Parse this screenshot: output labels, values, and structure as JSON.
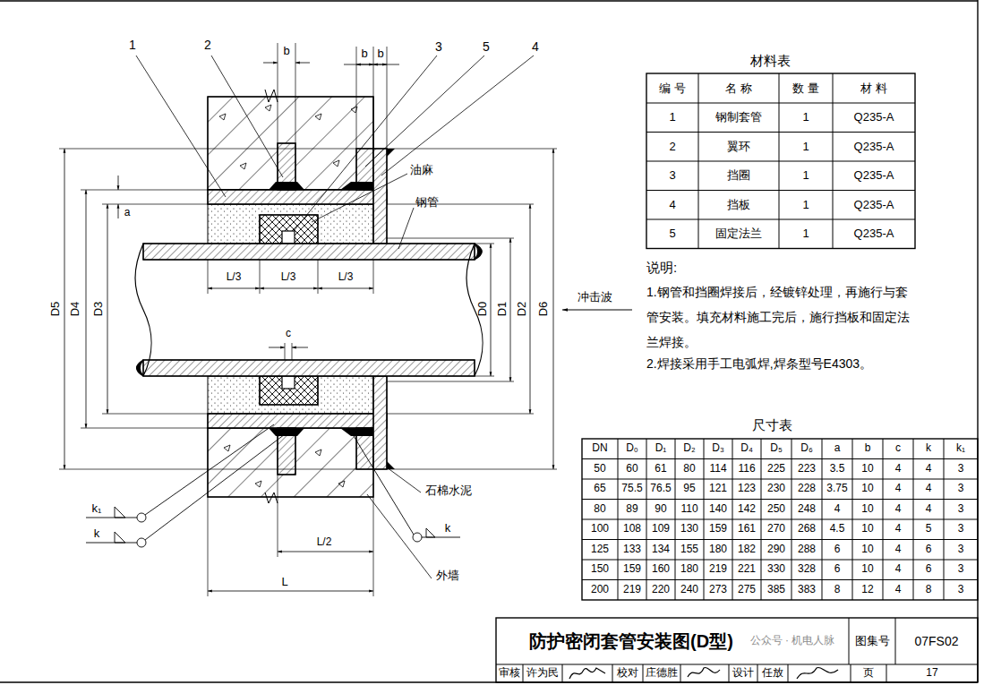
{
  "diagram": {
    "title": "防护密闭套管安装图(D型)",
    "labels": [
      "1",
      "2",
      "b",
      "b",
      "b",
      "3",
      "5",
      "4",
      "油麻",
      "a",
      "钢管",
      "L/3",
      "L/3",
      "L/3",
      "D5",
      "D4",
      "D3",
      "D0",
      "D1",
      "D2",
      "D6",
      "冲击波",
      "c",
      "k₁",
      "k",
      "石棉水泥",
      "k",
      "L/2",
      "外墙",
      "L",
      "材料表",
      "编 号",
      "名 称",
      "数 量",
      "材 料",
      "1",
      "钢制套管",
      "1",
      "Q235-A",
      "2",
      "翼环",
      "1",
      "Q235-A",
      "3",
      "挡圈",
      "1",
      "Q235-A",
      "4",
      "挡板",
      "1",
      "Q235-A",
      "5",
      "固定法兰",
      "1",
      "Q235-A",
      "说明:",
      "1.钢管和挡圈焊接后，经镀锌处理，再施行与套管安装。填充材料施工完后，施行挡板和固定法兰焊接。",
      "2.焊接采用手工电弧焊,焊条型号E4303。",
      "尺寸表",
      "DN",
      "D₀",
      "D₁",
      "D₂",
      "D₃",
      "D₄",
      "D₅",
      "D₆",
      "a",
      "b",
      "c",
      "k",
      "k₁",
      "50",
      "60",
      "61",
      "80",
      "114",
      "116",
      "225",
      "223",
      "3.5",
      "10",
      "4",
      "4",
      "3",
      "65",
      "75.5",
      "76.5",
      "95",
      "121",
      "123",
      "230",
      "228",
      "3.75",
      "10",
      "4",
      "4",
      "3",
      "80",
      "89",
      "90",
      "110",
      "140",
      "142",
      "250",
      "248",
      "4",
      "10",
      "4",
      "4",
      "3",
      "100",
      "108",
      "109",
      "130",
      "159",
      "161",
      "270",
      "268",
      "4.5",
      "10",
      "4",
      "5",
      "3",
      "125",
      "133",
      "134",
      "155",
      "180",
      "182",
      "290",
      "288",
      "6",
      "10",
      "4",
      "6",
      "3",
      "150",
      "159",
      "160",
      "180",
      "219",
      "221",
      "330",
      "328",
      "6",
      "10",
      "4",
      "6",
      "3",
      "200",
      "219",
      "220",
      "240",
      "273",
      "275",
      "385",
      "383",
      "8",
      "12",
      "4",
      "8",
      "3",
      "图集号",
      "07FS02",
      "审核",
      "许为民",
      "校对",
      "庄德胜",
      "设计",
      "任放",
      "页",
      "17",
      "公众号 · 机电人脉"
    ]
  }
}
